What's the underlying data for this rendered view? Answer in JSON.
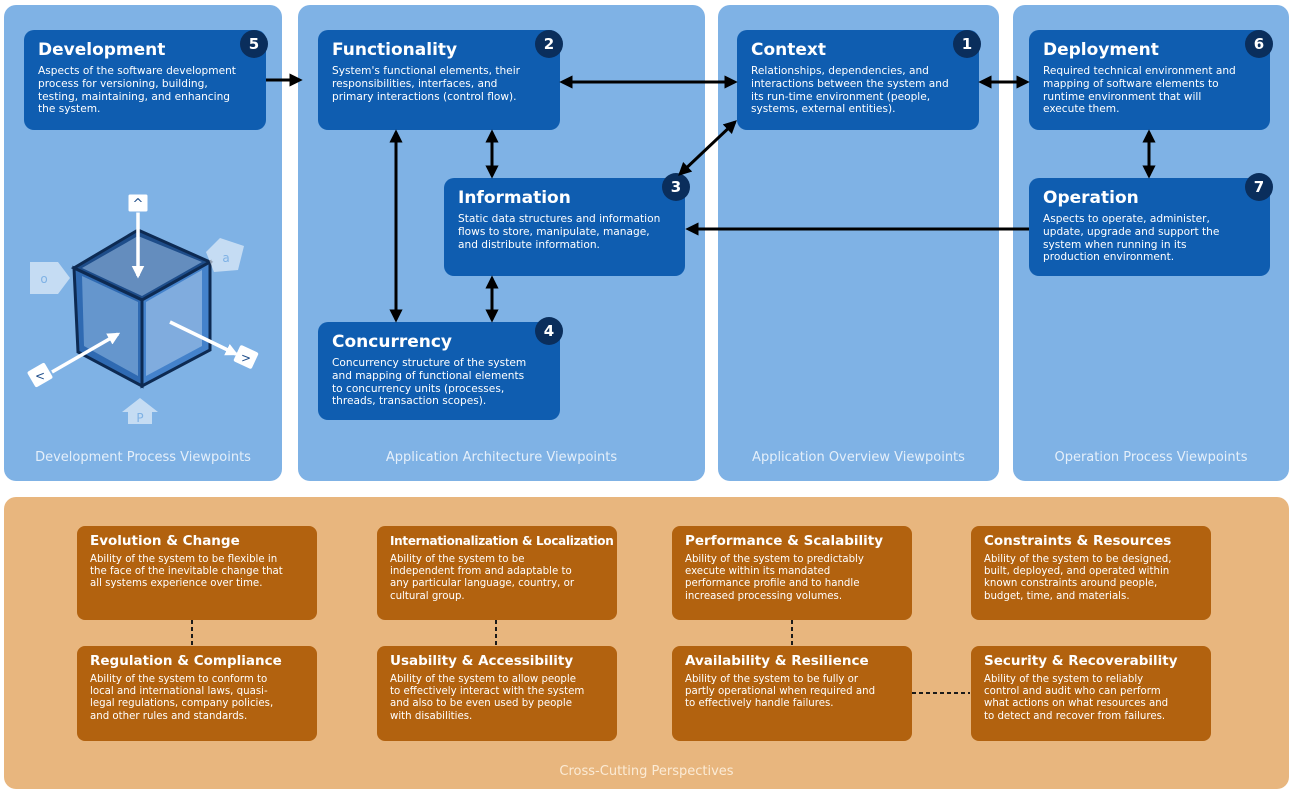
{
  "panels": {
    "development_process": "Development Process Viewpoints",
    "application_architecture": "Application Architecture Viewpoints",
    "application_overview": "Application Overview Viewpoints",
    "operation_process": "Operation Process Viewpoints"
  },
  "viewpoints": {
    "development": {
      "num": "5",
      "title": "Development",
      "desc": "Aspects of the software development\nprocess for versioning, building,\ntesting, maintaining, and enhancing\nthe system."
    },
    "functionality": {
      "num": "2",
      "title": "Functionality",
      "desc": "System's functional elements, their\nresponsibilities, interfaces, and\nprimary interactions (control flow)."
    },
    "context": {
      "num": "1",
      "title": "Context",
      "desc": "Relationships, dependencies, and\ninteractions between the system and\nits run-time environment (people,\nsystems, external entities)."
    },
    "deployment": {
      "num": "6",
      "title": "Deployment",
      "desc": "Required technical environment and\nmapping of software elements to\nruntime environment that will\nexecute them."
    },
    "information": {
      "num": "3",
      "title": "Information",
      "desc": "Static data structures and information\nflows to store, manipulate, manage,\nand distribute information."
    },
    "operation": {
      "num": "7",
      "title": "Operation",
      "desc": "Aspects to operate, administer,\nupdate, upgrade and support the\nsystem when running in its\nproduction environment."
    },
    "concurrency": {
      "num": "4",
      "title": "Concurrency",
      "desc": "Concurrency structure of the system\nand mapping of functional elements\nto concurrency units (processes,\nthreads, transaction scopes)."
    }
  },
  "perspectives_label": "Cross-Cutting Perspectives",
  "perspectives": {
    "evolution": {
      "title": "Evolution & Change",
      "desc": "Ability of the system to be flexible in\nthe face of the inevitable change that\nall systems experience over time."
    },
    "i18n": {
      "title": "Internationalization & Localization",
      "desc": "Ability of the system to be\nindependent from and adaptable to\nany particular language, country, or\ncultural group."
    },
    "performance": {
      "title": "Performance & Scalability",
      "desc": "Ability of the system to predictably\nexecute within its mandated\nperformance profile and to handle\nincreased processing volumes."
    },
    "constraints": {
      "title": "Constraints & Resources",
      "desc": "Ability of the system to be designed,\nbuilt, deployed, and operated within\nknown constraints around people,\nbudget, time, and materials."
    },
    "regulation": {
      "title": "Regulation & Compliance",
      "desc": "Ability of the system to conform to\nlocal and international laws, quasi-\nlegal regulations, company policies,\nand other rules and standards."
    },
    "usability": {
      "title": "Usability & Accessibility",
      "desc": "Ability of the system to allow people\nto effectively interact with the system\nand also to be even used by people\nwith disabilities."
    },
    "availability": {
      "title": "Availability & Resilience",
      "desc": "Ability of the system to be fully or\npartly operational when required and\nto effectively handle failures."
    },
    "security": {
      "title": "Security & Recoverability",
      "desc": "Ability of the system to reliably\ncontrol and audit who can perform\nwhat actions on what resources and\nto detect and recover from failures."
    }
  },
  "cube_glyphs": {
    "top": "^",
    "left": "<",
    "right": ">",
    "front": "P",
    "faded_left": "o",
    "faded_right": "a"
  },
  "colors": {
    "panel_blue": "#7fb2e5",
    "viewpoint_blue": "#0f5db0",
    "badge_navy": "#0a2e5c",
    "perspective_panel": "#e8b67e",
    "perspective_box": "#b2620f"
  }
}
